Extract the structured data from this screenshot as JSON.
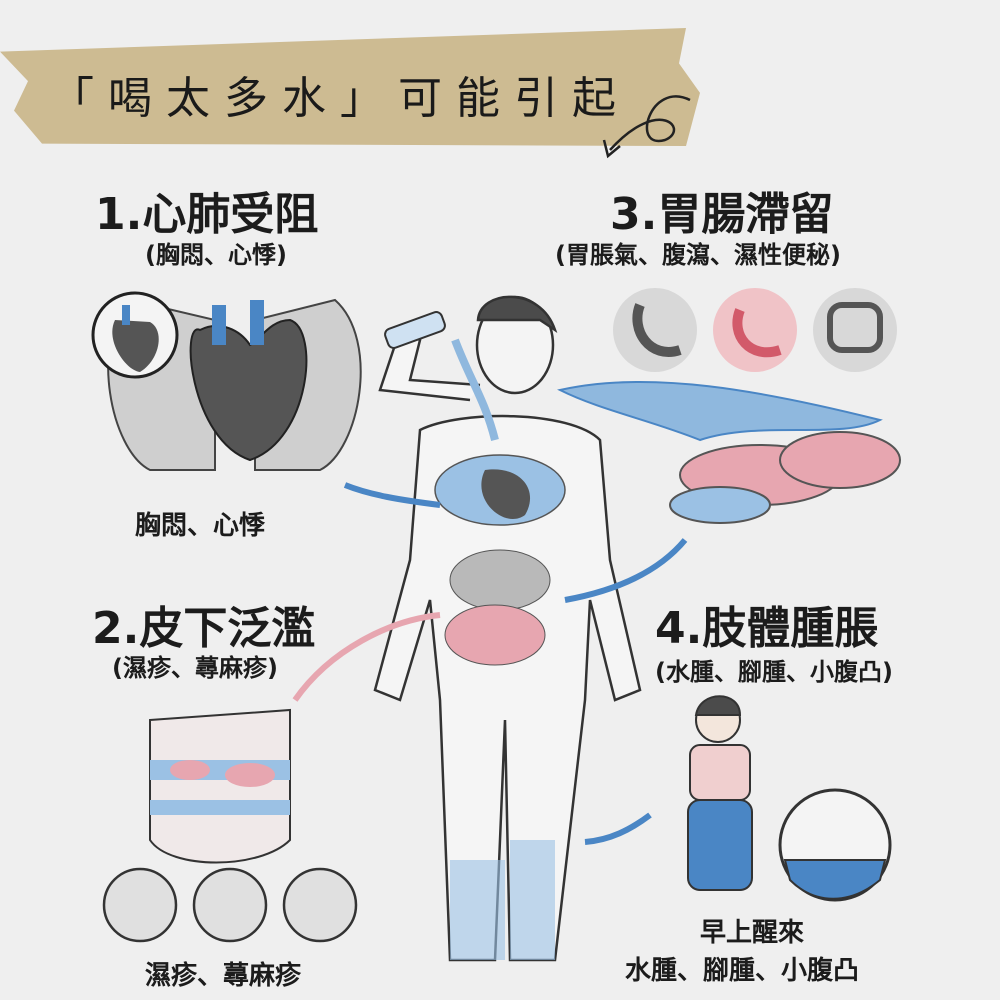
{
  "title": "「喝太多水」可能引起",
  "sections": [
    {
      "heading": "1.心肺受阻",
      "sub": "(胸悶、心悸)",
      "caption": "胸悶、心悸"
    },
    {
      "heading": "2.皮下泛濫",
      "sub": "(濕疹、蕁麻疹)",
      "caption": "濕疹、蕁麻疹"
    },
    {
      "heading": "3.胃腸滯留",
      "sub": "(胃脹氣、腹瀉、濕性便秘)"
    },
    {
      "heading": "4.肢體腫脹",
      "sub": "(水腫、腳腫、小腹凸)",
      "caption_line1": "早上醒來",
      "caption_line2": "水腫、腳腫、小腹凸"
    }
  ],
  "colors": {
    "tape": "#cdbb92",
    "blue": "#4a86c5",
    "pink": "#e39aa6",
    "gray": "#6d6d6d",
    "bg": "#efefef"
  }
}
